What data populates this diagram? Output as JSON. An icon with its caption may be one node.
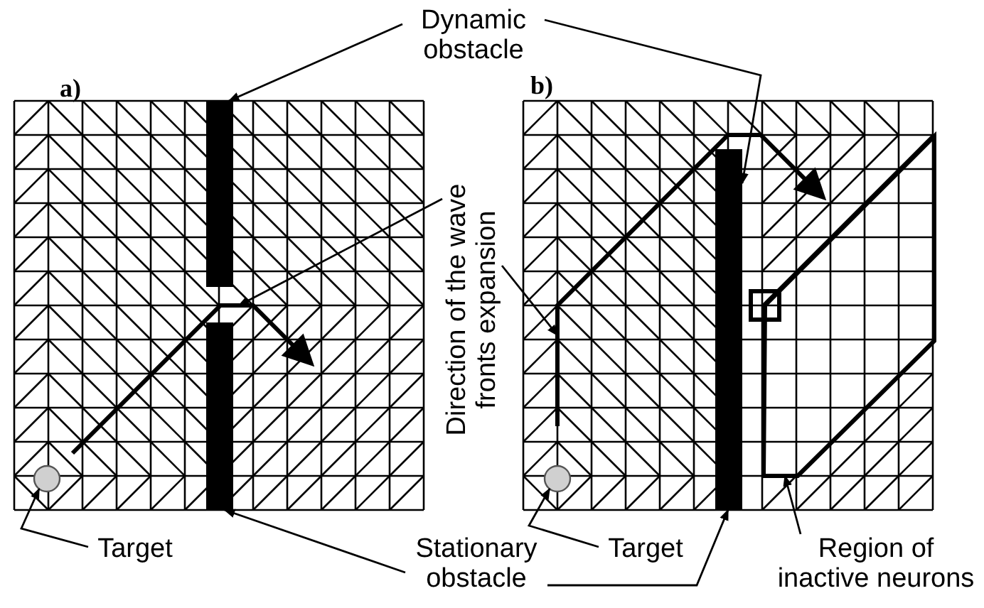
{
  "diagram": {
    "nodes": [
      {
        "text": [
          "Dynamic obstacle"
        ]
      },
      {
        "text": [],
        "shape": "bar"
      },
      {
        "text": [
          "Direction of the wave fronts expansion"
        ]
      },
      {
        "text": [],
        "shape": "line"
      },
      {
        "text": [],
        "shape": "line"
      },
      {
        "text": [],
        "shape": "circle"
      },
      {
        "text": [],
        "shape": "bar"
      },
      {
        "text": [],
        "shape": "circle"
      },
      {
        "text": [],
        "shape": "bar"
      },
      {
        "text": [],
        "shape": "polygon"
      },
      {
        "text": [
          "Target"
        ]
      },
      {
        "text": [
          "Stationary obstacle"
        ]
      },
      {
        "text": [
          "Target"
        ]
      },
      {
        "text": [
          "Region of inactive neurons"
        ]
      }
    ],
    "edges": [
      {
        "from": 0,
        "to": 1,
        "arrow": "to"
      },
      {
        "from": 0,
        "to": 8,
        "arrow": "to"
      },
      {
        "from": 2,
        "to": 3,
        "arrow": "to"
      },
      {
        "from": 2,
        "to": 4,
        "arrow": "to"
      },
      {
        "from": 10,
        "to": 5,
        "arrow": "to"
      },
      {
        "from": 11,
        "to": 6,
        "arrow": "to"
      },
      {
        "from": 11,
        "to": 8,
        "arrow": "to"
      },
      {
        "from": 12,
        "to": 7,
        "arrow": "to"
      },
      {
        "from": 13,
        "to": 9,
        "arrow": "to"
      }
    ],
    "labels": [
      "a)",
      "b)"
    ]
  }
}
